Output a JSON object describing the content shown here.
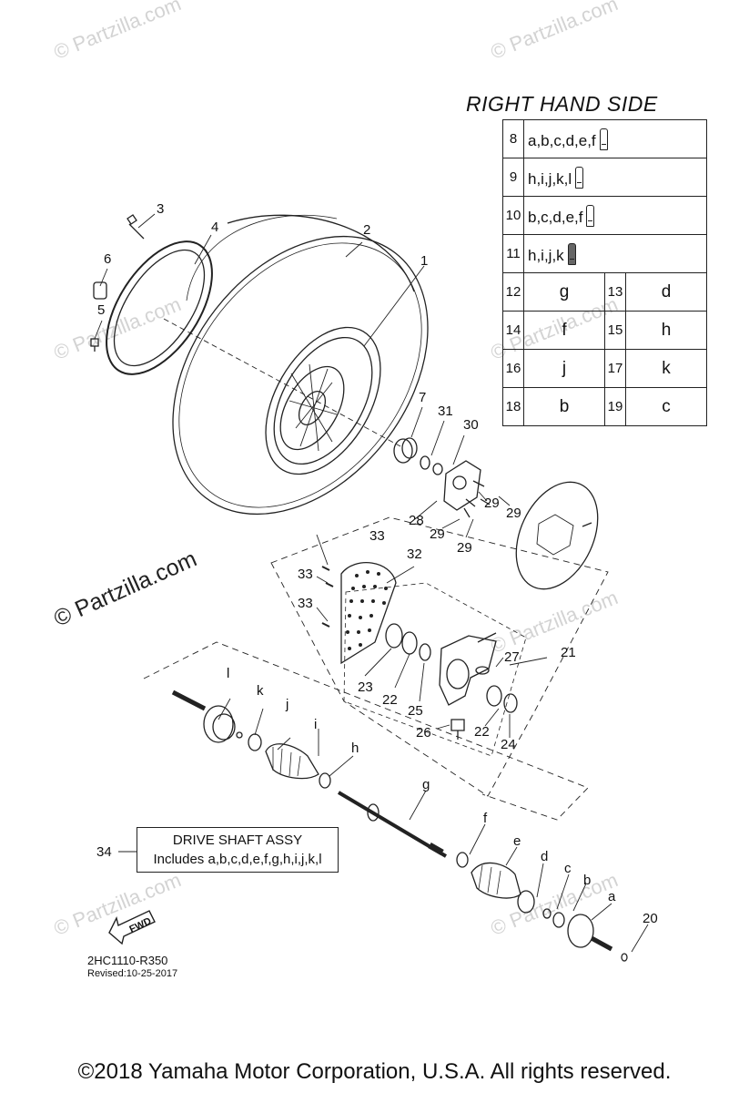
{
  "watermark": {
    "text": "© Partzilla.com"
  },
  "brand_watermark": {
    "text": "© Partzilla.com"
  },
  "legend": {
    "title": "RIGHT HAND SIDE",
    "wide_rows": [
      {
        "num": "8",
        "codes": "a,b,c,d,e,f",
        "icon": "grease-tube-icon"
      },
      {
        "num": "9",
        "codes": "h,i,j,k,l",
        "icon": "grease-tube-icon"
      },
      {
        "num": "10",
        "codes": "b,c,d,e,f",
        "icon": "grease-tube-icon"
      },
      {
        "num": "11",
        "codes": "h,i,j,k",
        "icon": "grease-tube-dark-icon"
      }
    ],
    "pair_rows": [
      {
        "num1": "12",
        "code1": "g",
        "num2": "13",
        "code2": "d"
      },
      {
        "num1": "14",
        "code1": "f",
        "num2": "15",
        "code2": "h"
      },
      {
        "num1": "16",
        "code1": "j",
        "num2": "17",
        "code2": "k"
      },
      {
        "num1": "18",
        "code1": "b",
        "num2": "19",
        "code2": "c"
      }
    ]
  },
  "callouts": {
    "n1": "1",
    "n2": "2",
    "n3": "3",
    "n4": "4",
    "n5": "5",
    "n6": "6",
    "n7": "7",
    "n20": "20",
    "n21": "21",
    "n22a": "22",
    "n22b": "22",
    "n23": "23",
    "n24": "24",
    "n25": "25",
    "n26": "26",
    "n27": "27",
    "n28": "28",
    "n29a": "29",
    "n29b": "29",
    "n29c": "29",
    "n29d": "29",
    "n30": "30",
    "n31": "31",
    "n32": "32",
    "n33a": "33",
    "n33b": "33",
    "n33c": "33",
    "n34": "34",
    "a": "a",
    "b": "b",
    "c": "c",
    "d": "d",
    "e": "e",
    "f": "f",
    "g": "g",
    "h": "h",
    "i": "i",
    "j": "j",
    "k": "k",
    "l": "l"
  },
  "drive_shaft": {
    "line1": "DRIVE SHAFT ASSY",
    "line2": "Includes a,b,c,d,e,f,g,h,i,j,k,l"
  },
  "fwd_label": "FWD",
  "part_number": "2HC1110-R350",
  "revised": "Revised:10-25-2017",
  "footer": "©2018  Yamaha Motor Corporation, U.S.A. All rights reserved."
}
